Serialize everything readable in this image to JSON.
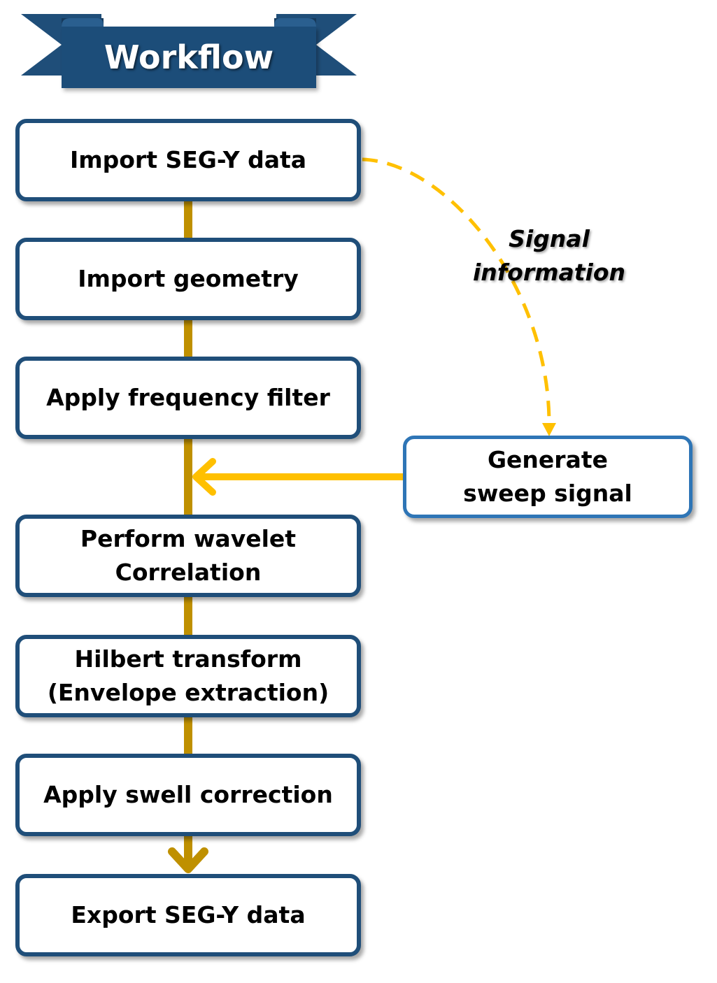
{
  "banner": {
    "title": "Workflow",
    "color": "#1f4e79"
  },
  "steps": [
    {
      "label": "Import SEG-Y data"
    },
    {
      "label": "Import geometry"
    },
    {
      "label": "Apply frequency filter"
    },
    {
      "label": "Perform wavelet\nCorrelation"
    },
    {
      "label": "Hilbert transform\n(Envelope extraction)"
    },
    {
      "label": "Apply swell correction"
    },
    {
      "label": "Export SEG-Y data"
    }
  ],
  "side_step": {
    "label": "Generate\nsweep signal"
  },
  "annotation": {
    "label": "Signal\ninformation"
  },
  "colors": {
    "box_border": "#1f4e79",
    "side_box_border": "#2e75b6",
    "main_connector": "#bf9000",
    "side_arrow": "#ffc000"
  }
}
